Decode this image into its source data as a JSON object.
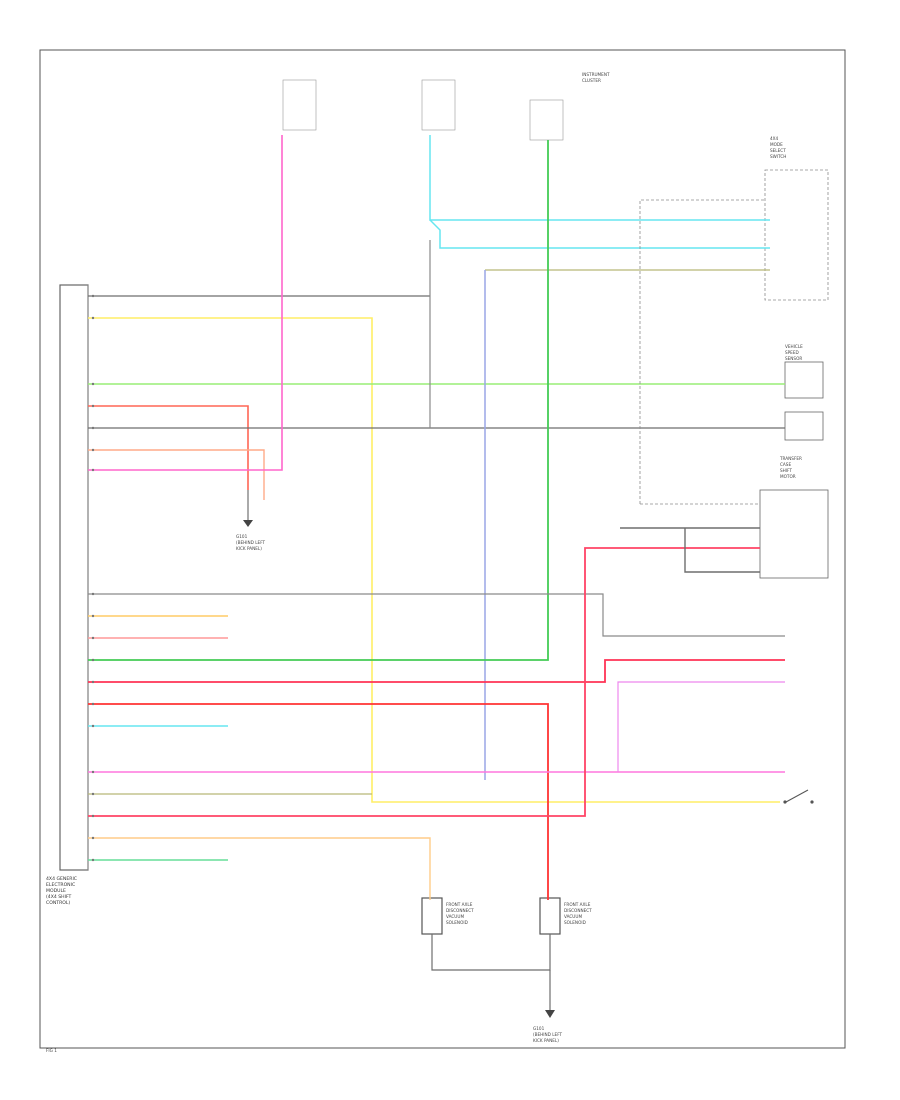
{
  "labels": {
    "module": [
      "4X4 GENERIC",
      "ELECTRONIC",
      "MODULE",
      "(4X4 SHIFT",
      "CONTROL)"
    ],
    "ground_right": [
      "G101",
      "(BEHIND LEFT",
      "KICK PANEL)"
    ],
    "ground_left": [
      "G101",
      "(BEHIND LEFT",
      "KICK PANEL)"
    ],
    "left_sensor": [
      "FRONT AXLE",
      "DISCONNECT",
      "VACUUM",
      "SOLENOID"
    ],
    "right_sensor": [
      "FRONT AXLE",
      "DISCONNECT",
      "VACUUM",
      "SOLENOID"
    ],
    "speed_sensor": [
      "VEHICLE",
      "SPEED",
      "SENSOR"
    ],
    "transfer_case": [
      "TRANSFER",
      "CASE",
      "SHIFT",
      "MOTOR"
    ],
    "mode_switch": [
      "4X4",
      "MODE",
      "SELECT",
      "SWITCH"
    ],
    "hub_switch": [
      "INSTRUMENT",
      "CLUSTER"
    ],
    "page_ref": "FIG 1"
  },
  "colors": {
    "frame": "#555555",
    "pink": "#ff66cc",
    "cyan": "#66e6f0",
    "green": "#66e066",
    "light_green": "#99ee77",
    "blue": "#9aa6e6",
    "red": "#ff5566",
    "yellow": "#ffee66",
    "orange": "#ffb060",
    "violet": "#cc88ff",
    "gray": "#6e6e6e"
  }
}
